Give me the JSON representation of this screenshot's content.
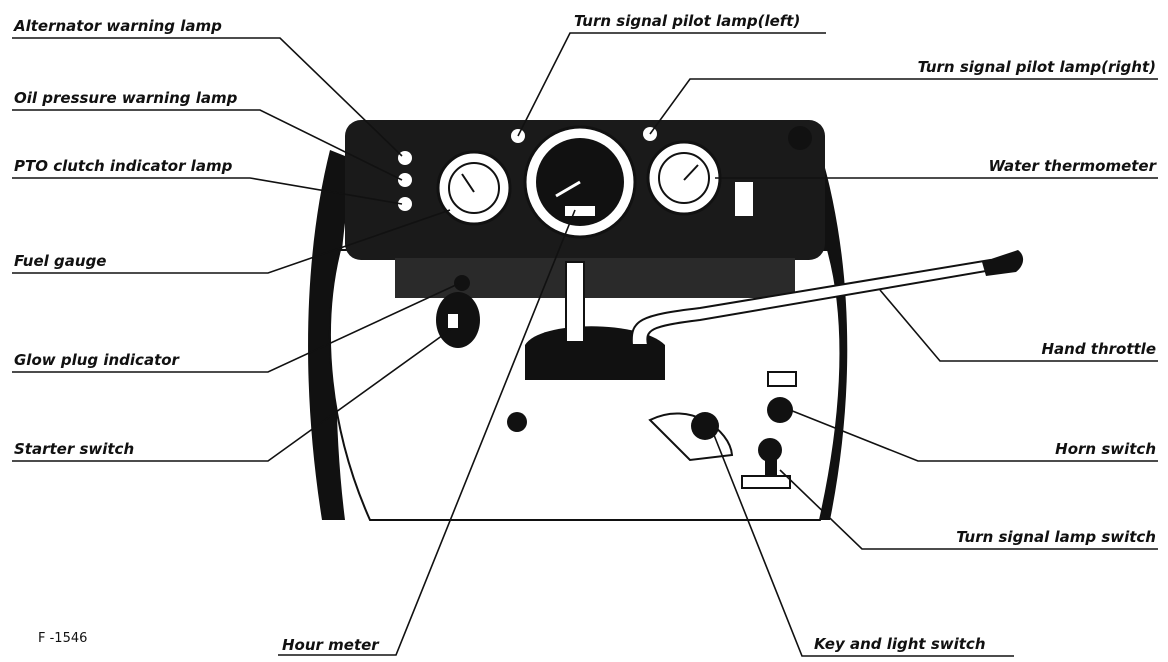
{
  "figure_code": "F -1546",
  "labels": {
    "alternator": "Alternator warning lamp",
    "oil_pressure": "Oil pressure warning lamp",
    "pto": "PTO clutch indicator lamp",
    "fuel_gauge": "Fuel gauge",
    "glow_plug": "Glow plug indicator",
    "starter": "Starter switch",
    "hour_meter": "Hour meter",
    "turn_left": "Turn signal pilot lamp(left)",
    "turn_right": "Turn signal pilot lamp(right)",
    "water_thermo": "Water thermometer",
    "hand_throttle": "Hand throttle",
    "horn": "Horn switch",
    "turn_switch": "Turn signal lamp switch",
    "key_light": "Key and light switch"
  },
  "colors": {
    "ink": "#111111",
    "panel": "#1a1a1a",
    "paper": "#ffffff"
  }
}
